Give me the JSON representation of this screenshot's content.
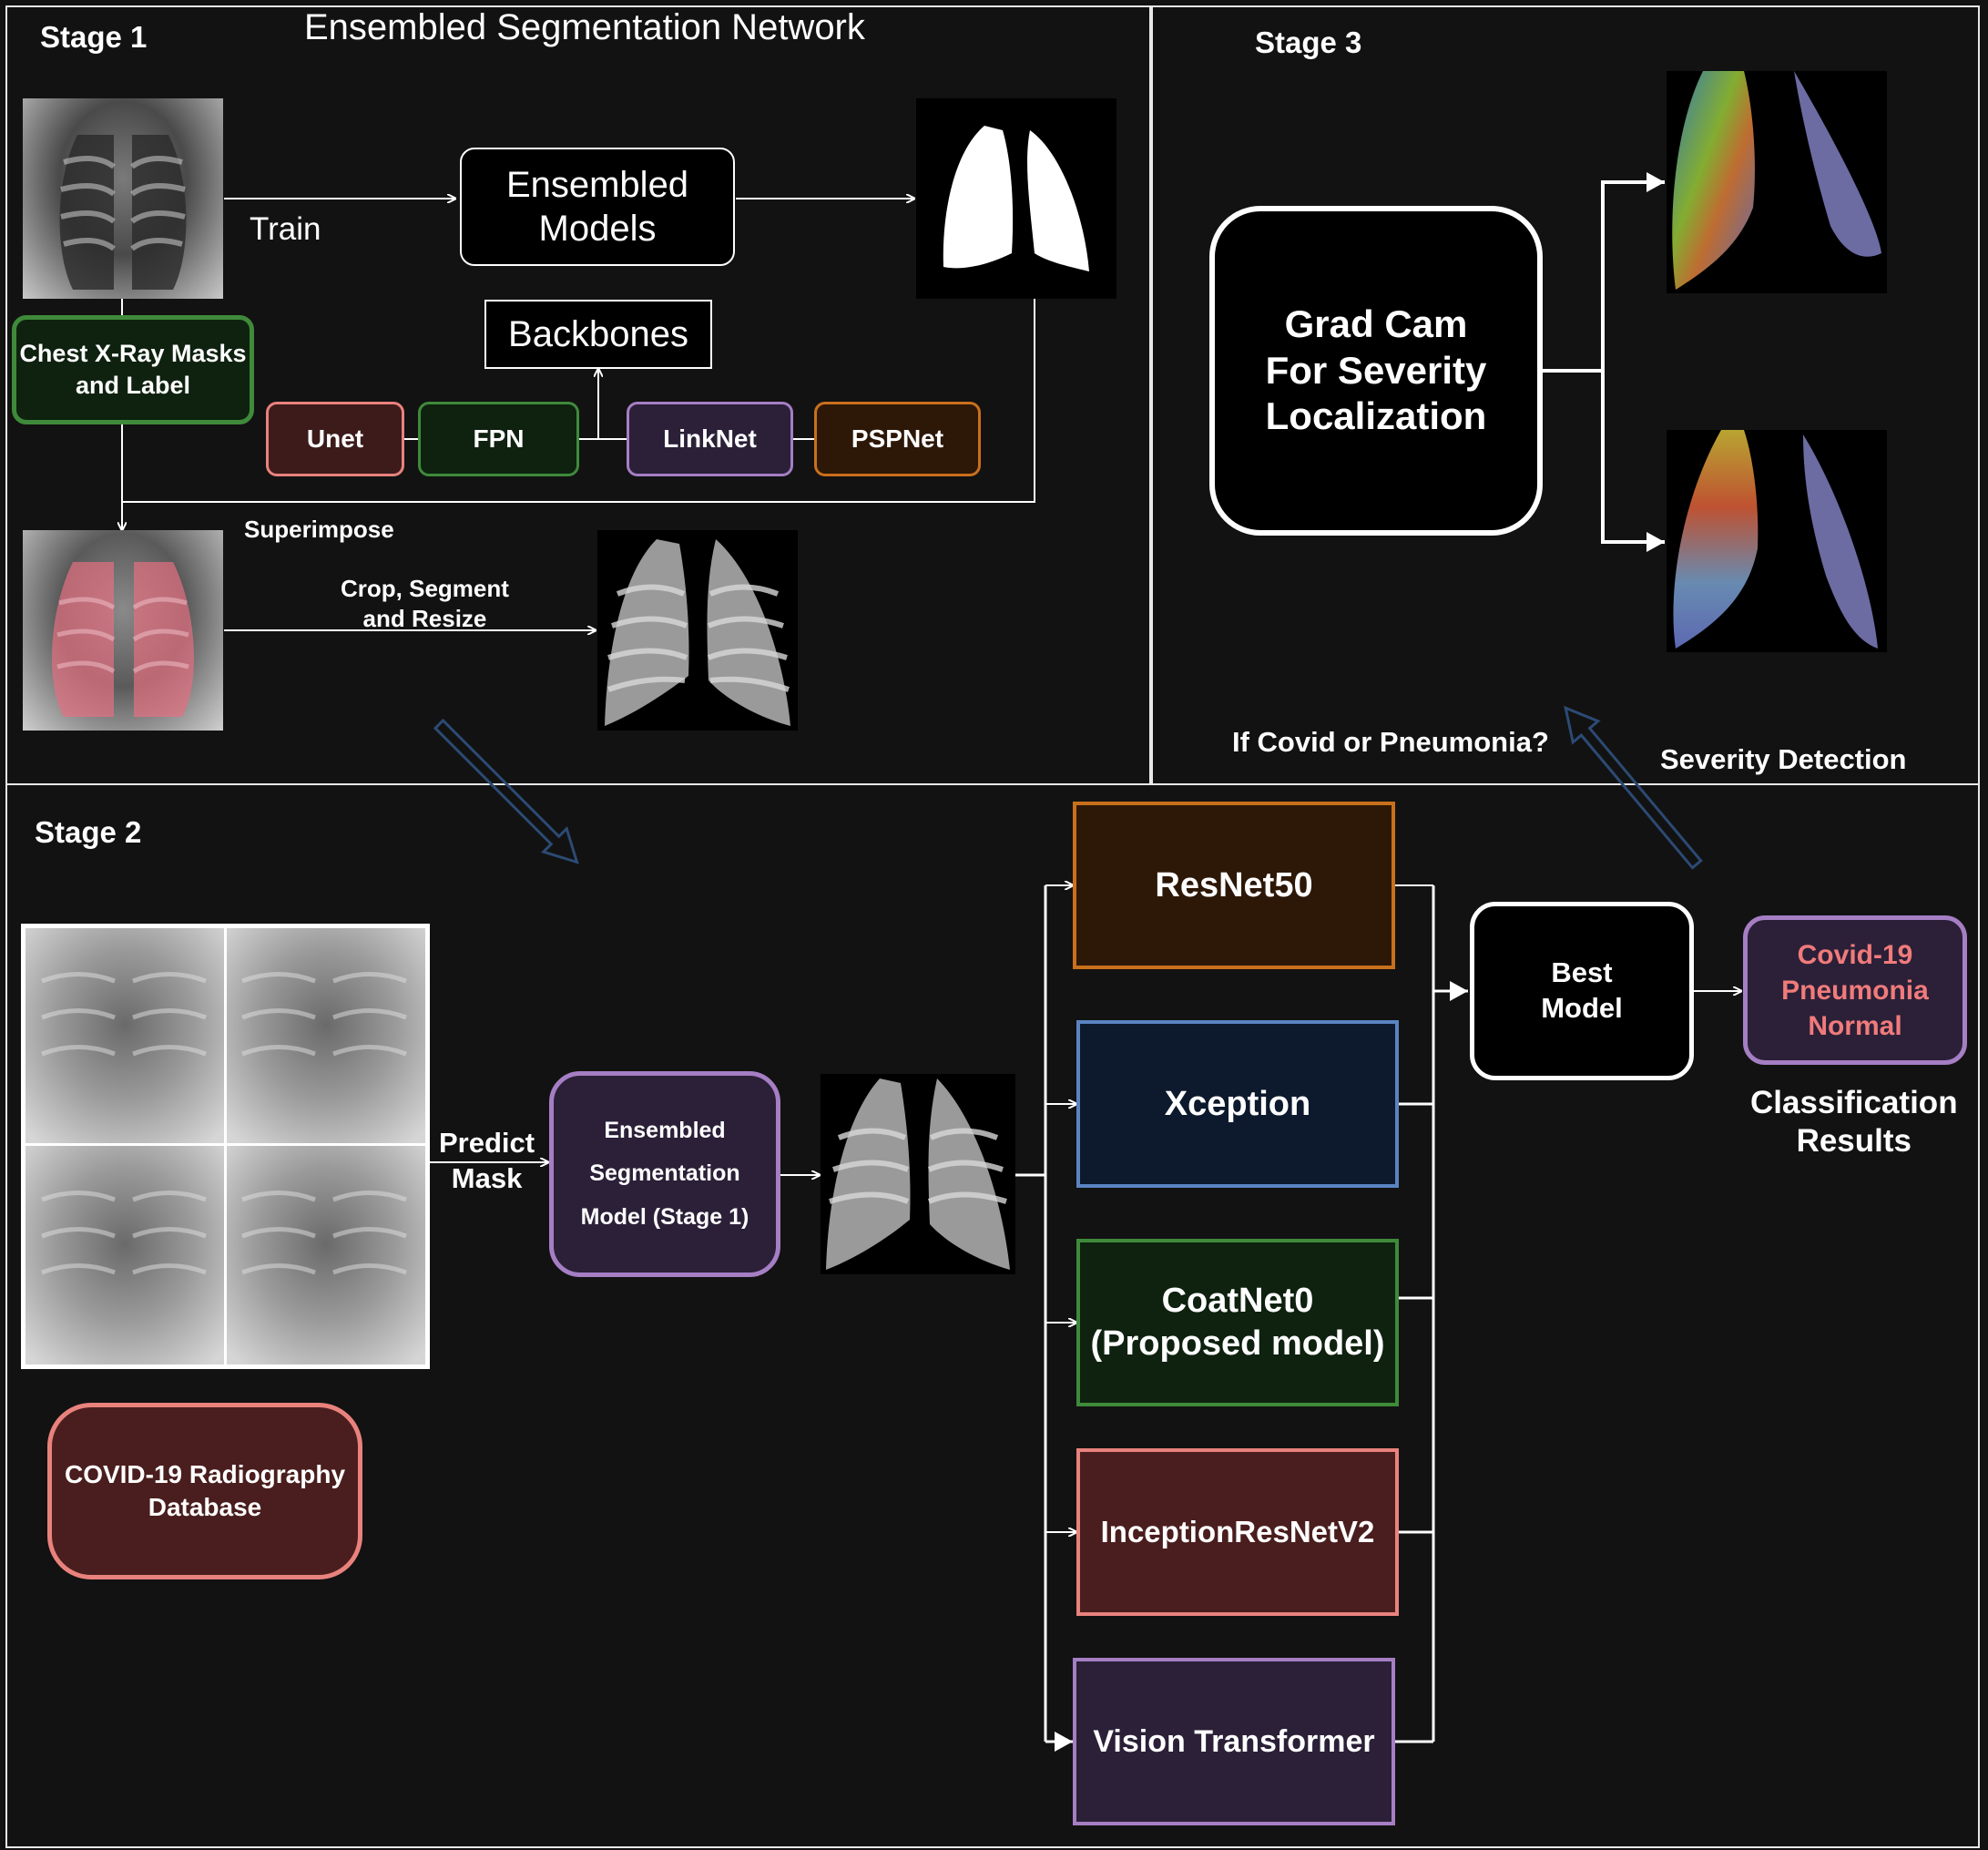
{
  "stage1": {
    "stage_label": "Stage 1",
    "title": "Ensembled Segmentation Network",
    "train_label": "Train",
    "ensembled_models": "Ensembled\nModels",
    "backbones": "Backbones",
    "masks_label": "Chest X-Ray Masks\nand Label",
    "backbone_items": [
      {
        "label": "Unet"
      },
      {
        "label": "FPN"
      },
      {
        "label": "LinkNet"
      },
      {
        "label": "PSPNet"
      }
    ],
    "superimpose_label": "Superimpose",
    "crop_label": "Crop, Segment\nand Resize"
  },
  "stage3": {
    "stage_label": "Stage 3",
    "gradcam": "Grad Cam\nFor Severity\nLocalization",
    "question": "If Covid or Pneumonia?",
    "severity": "Severity Detection"
  },
  "stage2": {
    "stage_label": "Stage 2",
    "predict_mask": "Predict\nMask",
    "ensembled_seg": "Ensembled\nSegmentation\nModel (Stage 1)",
    "database": "COVID-19 Radiography\nDatabase",
    "models": [
      {
        "label": "ResNet50"
      },
      {
        "label": "Xception"
      },
      {
        "label": "CoatNet0\n(Proposed model)"
      },
      {
        "label": "InceptionResNetV2"
      },
      {
        "label": "Vision Transformer"
      }
    ],
    "best_model": "Best\nModel",
    "results": "Covid-19\nPneumonia\nNormal",
    "classification": "Classification\nResults"
  },
  "colors": {
    "background": "#121212",
    "green": "#3f8a3a",
    "pink": "#e9827d",
    "purple": "#a57ec4",
    "orange": "#c9701c",
    "blue": "#5a83c2",
    "arrow_blue": "#2c4a73",
    "result_text": "#f07b7b"
  }
}
